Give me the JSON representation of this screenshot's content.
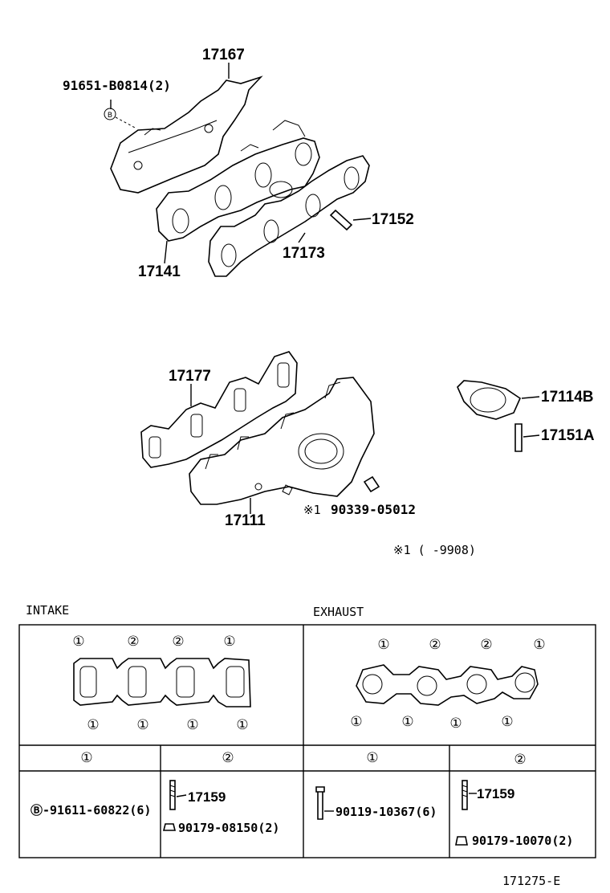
{
  "diagram": {
    "callouts": {
      "p17167": "17167",
      "p91651": "91651-B0814(2)",
      "p17152": "17152",
      "p17173": "17173",
      "p17141": "17141",
      "p17177": "17177",
      "p17114b": "17114B",
      "p17151a": "17151A",
      "p90339": "90339-05012",
      "p17111": "17111",
      "mark1": "※1",
      "note": "※1 (    -9908)"
    },
    "table": {
      "intake_label": "INTAKE",
      "exhaust_label": "EXHAUST",
      "col1": "①",
      "col2": "②",
      "intake_top": [
        "①",
        "②",
        "②",
        "①"
      ],
      "intake_bottom": [
        "①",
        "①",
        "①",
        "①"
      ],
      "exhaust_top": [
        "①",
        "②",
        "②",
        "①"
      ],
      "exhaust_bottom": [
        "①",
        "①",
        "①",
        "①"
      ],
      "i1_part": "Ⓑ-91611-60822(6)",
      "i2_stud": "17159",
      "i2_nut": "90179-08150(2)",
      "e1_bolt": "90119-10367(6)",
      "e2_stud": "17159",
      "e2_nut": "90179-10070(2)"
    },
    "footer_code": "171275-E"
  }
}
